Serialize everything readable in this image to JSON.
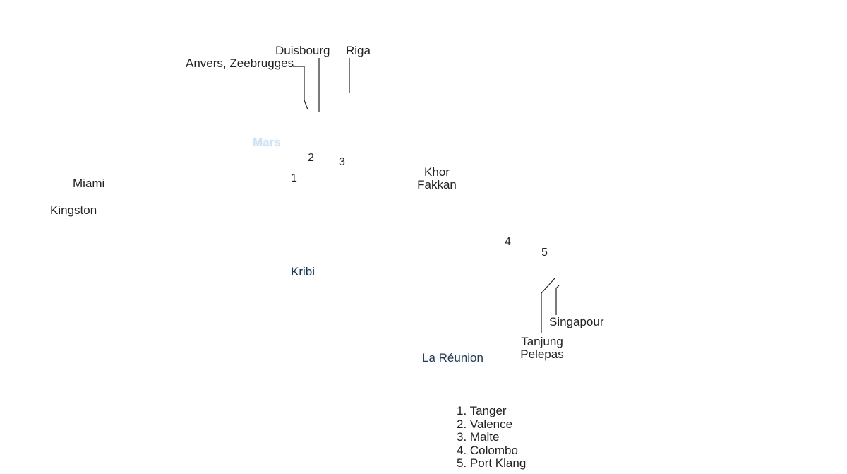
{
  "map": {
    "sea_label": "Mars",
    "ports": {
      "duisbourg": "Duisbourg",
      "riga": "Riga",
      "anvers": "Anvers, Zeebrugges",
      "miami": "Miami",
      "kingston": "Kingston",
      "khor": [
        "Khor",
        "Fakkan"
      ],
      "kribi": "Kribi",
      "la_reunion": "La Réunion",
      "singapour": "Singapour",
      "tanjung": [
        "Tanjung",
        "Pelepas"
      ]
    },
    "markers": [
      "1",
      "2",
      "3",
      "4",
      "5"
    ],
    "legend": [
      "1. Tanger",
      "2. Valence",
      "3. Malte",
      "4. Colombo",
      "5. Port Klang"
    ],
    "colors": {
      "text": "#222222",
      "leader": "#222222",
      "sea": "#cfe3f3"
    }
  }
}
